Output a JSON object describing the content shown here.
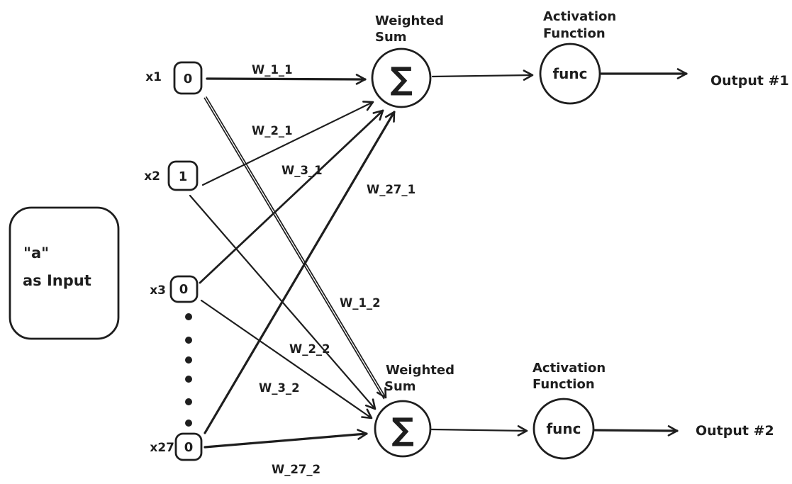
{
  "source": {
    "line1": "\"a\"",
    "line2": "as Input"
  },
  "inputs": [
    {
      "label": "x1",
      "value": "0"
    },
    {
      "label": "x2",
      "value": "1"
    },
    {
      "label": "x3",
      "value": "0"
    },
    {
      "label": "x27",
      "value": "0"
    }
  ],
  "weights": {
    "w_1_1": "W_1_1",
    "w_2_1": "W_2_1",
    "w_3_1": "W_3_1",
    "w_27_1": "W_27_1",
    "w_1_2": "W_1_2",
    "w_2_2": "W_2_2",
    "w_3_2": "W_3_2",
    "w_27_2": "W_27_2"
  },
  "nodes": {
    "sum1": {
      "title1": "Weighted",
      "title2": "Sum",
      "symbol": "∑"
    },
    "act1": {
      "title1": "Activation",
      "title2": "Function",
      "symbol": "func"
    },
    "sum2": {
      "title1": "Weighted",
      "title2": "Sum",
      "symbol": "∑"
    },
    "act2": {
      "title1": "Activation",
      "title2": "Function",
      "symbol": "func"
    }
  },
  "outputs": [
    {
      "label": "Output #1"
    },
    {
      "label": "Output #2"
    }
  ],
  "colors": {
    "ink": "#1e1e1e",
    "background": "#ffffff"
  }
}
